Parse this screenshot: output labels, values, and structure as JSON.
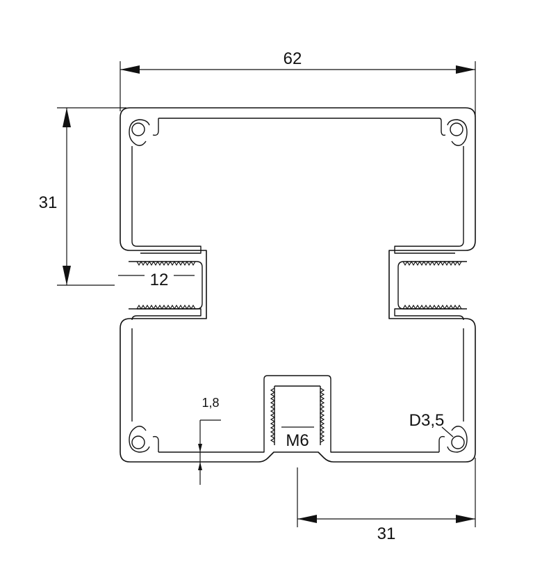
{
  "dimensions": {
    "overall_width": "62",
    "half_height": "31",
    "half_width": "31",
    "slot_width": "12",
    "wall_thickness": "1,8",
    "thread": "M6",
    "hole_diameter": "D3,5"
  },
  "colors": {
    "line": "#111111",
    "background": "#ffffff"
  }
}
